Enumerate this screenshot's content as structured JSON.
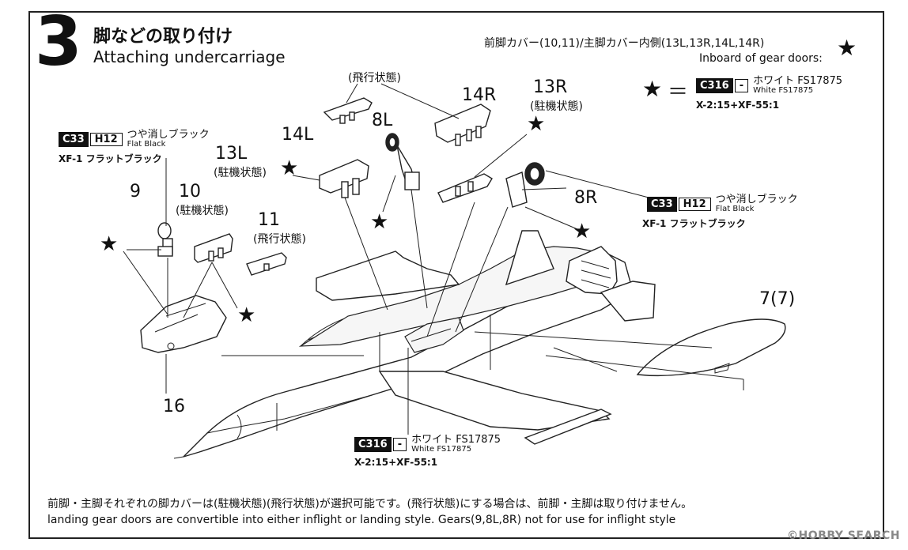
{
  "step": {
    "number": "3",
    "title_jp": "脚などの取り付け",
    "title_en": "Attaching undercarriage"
  },
  "header_note": {
    "jp": "前脚カバー(10,11)/主脚カバー内側(13L,13R,14L,14R)",
    "en": "Inboard of gear doors:",
    "star": "★"
  },
  "star_paint": {
    "equals": "＝",
    "code": "C316",
    "code2": "-",
    "name_jp": "ホワイト FS17875",
    "name_en": "White FS17875",
    "mix": "X-2:15+XF-55:1"
  },
  "paint_left": {
    "code": "C33",
    "code2": "H12",
    "name_jp": "つや消しブラック",
    "name_en": "Flat Black",
    "mix": "XF-1 フラットブラック"
  },
  "paint_right": {
    "code": "C33",
    "code2": "H12",
    "name_jp": "つや消しブラック",
    "name_en": "Flat Black",
    "mix": "XF-1 フラットブラック"
  },
  "paint_bottom": {
    "code": "C316",
    "code2": "-",
    "name_jp": "ホワイト FS17875",
    "name_en": "White FS17875",
    "mix": "X-2:15+XF-55:1"
  },
  "parts": {
    "p9": "9",
    "p10": "10",
    "p10_state": "(駐機状態)",
    "p11": "11",
    "p11_state": "(飛行状態)",
    "p13L": "13L",
    "p13L_state": "(駐機状態)",
    "p14L": "14L",
    "p8L": "8L",
    "p14R": "14R",
    "p14R_state": "(飛行状態)",
    "p13R": "13R",
    "p13R_state": "(駐機状態)",
    "p8R": "8R",
    "p16": "16",
    "p7": "7(7)"
  },
  "footer": {
    "jp": "前脚・主脚それぞれの脚カバーは(駐機状態)(飛行状態)が選択可能です。(飛行状態)にする場合は、前脚・主脚は取り付けません。",
    "en": "landing gear doors are convertible into  either inflight or landing style. Gears(9,8L,8R) not for use for inflight style"
  },
  "watermark": "©HOBBY SEARCH"
}
